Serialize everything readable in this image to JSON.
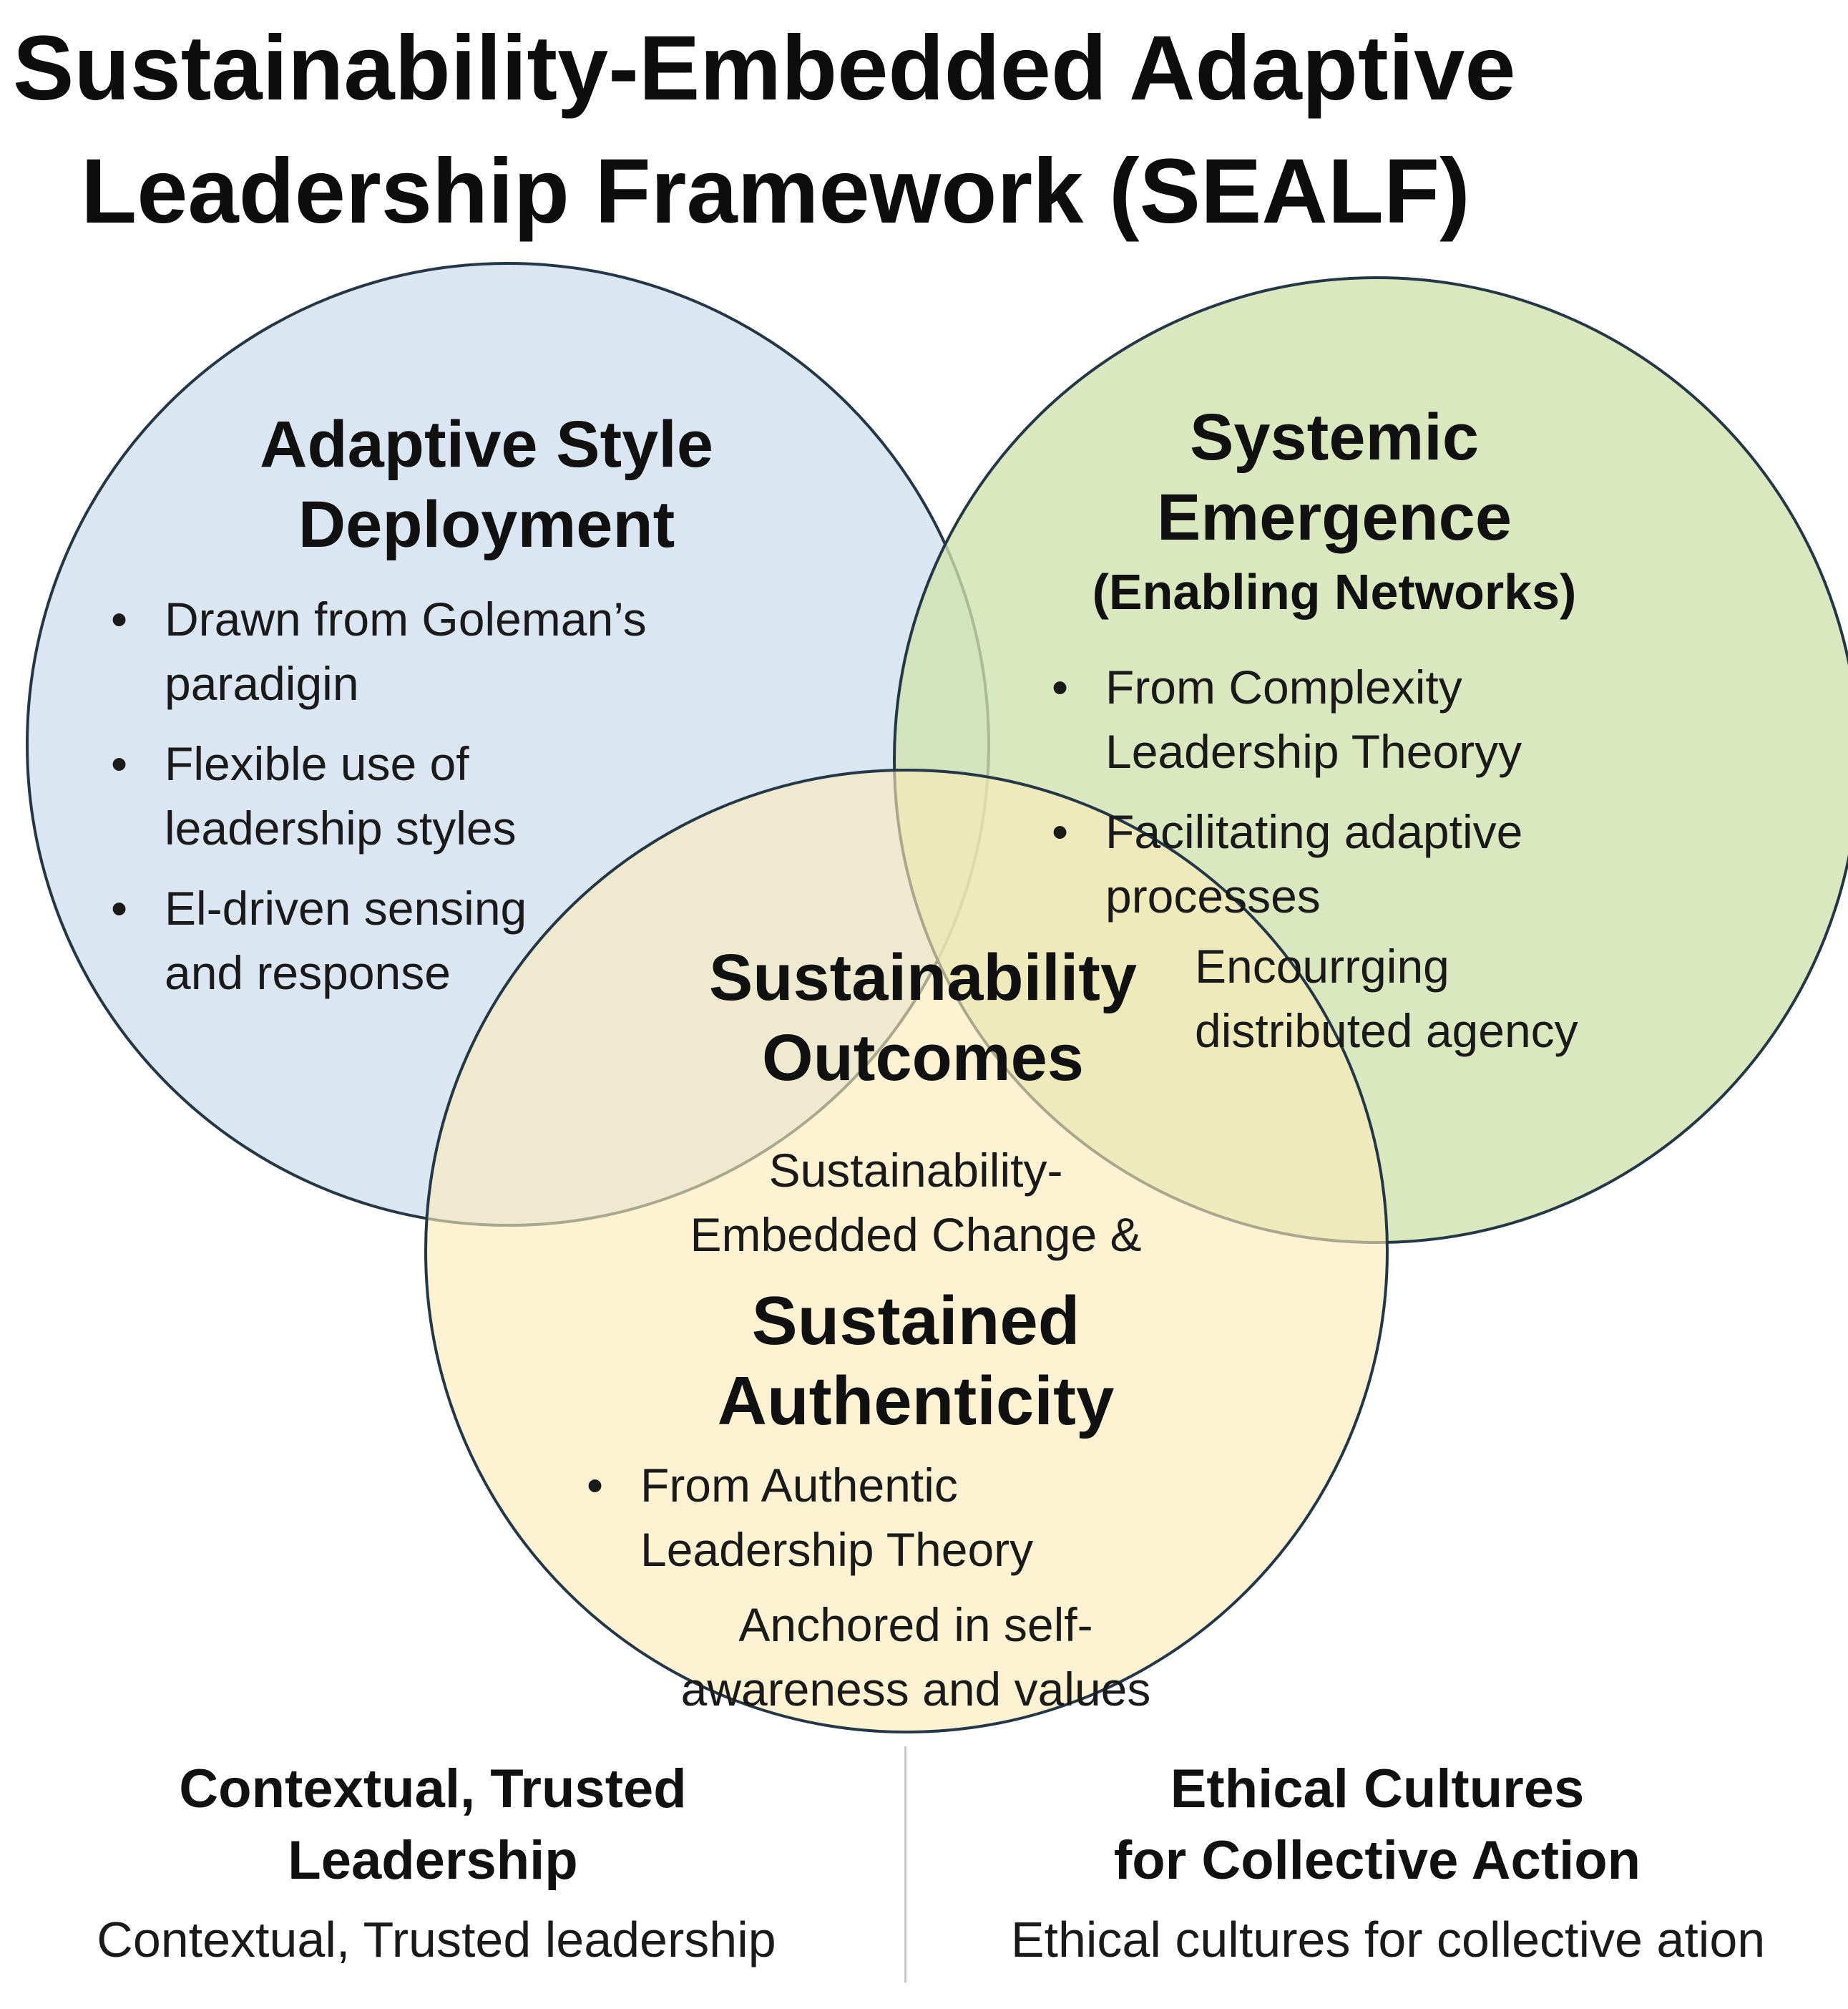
{
  "title": {
    "line1": "Sustainability-Embedded Adaptive",
    "line2": "Leadership Framework (SEALF)"
  },
  "colors": {
    "blue_circle": "#cfe0f0",
    "green_circle": "#cfe2ad",
    "yellow_circle": "#fcebb8",
    "outline": "#233746"
  },
  "adaptive": {
    "heading1": "Adaptive Style",
    "heading2": "Deployment",
    "b1_l1": "Drawn from Goleman’s",
    "b1_l2": "paradigin",
    "b2_l1": "Flexible use of",
    "b2_l2": "leadership styles",
    "b3_l1": "El-driven sensing",
    "b3_l2": "and response"
  },
  "systemic": {
    "heading1": "Systemic",
    "heading2": "Emergence",
    "subheading": "(Enabling Networks)",
    "b1_l1": "From Complexity",
    "b1_l2": "Leadership Theoryy",
    "b2_l1": "Facilitating adaptive",
    "b2_l2": "processes",
    "extra_l1": "Encourrging",
    "extra_l2": "distributed agency"
  },
  "outcomes": {
    "heading1": "Sustainability",
    "heading2": "Outcomes",
    "line1": "Sustainability-",
    "line2": "Embedded Change &"
  },
  "authenticity": {
    "heading1": "Sustained",
    "heading2": "Authenticity",
    "b1_l1": "From Authentic",
    "b1_l2": "Leadership Theory",
    "extra_l1": "Anchored in self-",
    "extra_l2": "awareness  and values"
  },
  "footer": {
    "left_heading1": "Contextual,  Trusted",
    "left_heading2": "Leadership",
    "left_text": "Contextual, Trusted leadership",
    "right_heading1": "Ethical Cultures",
    "right_heading2": "for Collective Action",
    "right_text": "Ethical cultures for collective ation"
  }
}
